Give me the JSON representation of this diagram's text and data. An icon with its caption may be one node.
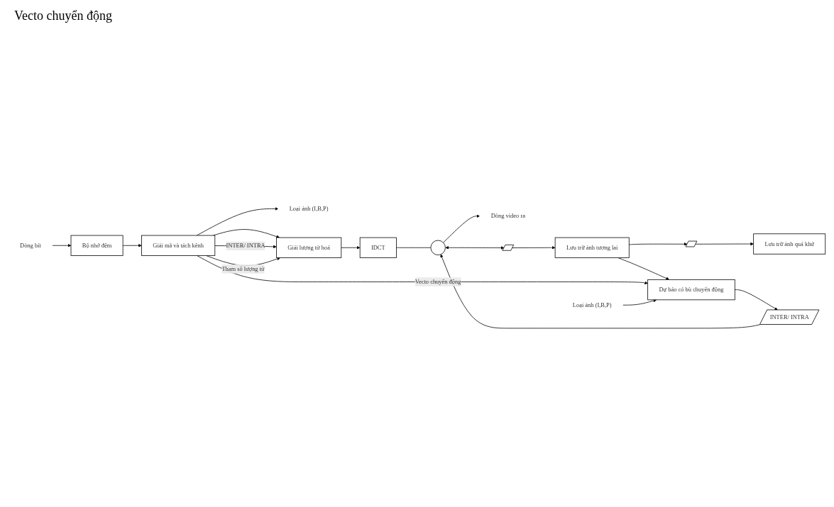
{
  "diagram": {
    "nodes": [
      {
        "text": [
          "Dòng bít"
        ]
      },
      {
        "text": [
          "Bộ nhớ đệm"
        ]
      },
      {
        "text": [
          "Giải mã và tách kênh"
        ]
      },
      {
        "text": [
          "Loại ảnh (I,B,P)"
        ]
      },
      {
        "text": [
          "Giải lượng tử hoá"
        ]
      },
      {
        "text": [
          "IDCT"
        ]
      },
      {
        "text": [],
        "shape": "circle"
      },
      {
        "text": [
          "Dòng video ra"
        ]
      },
      {
        "text": [
          "Lưu trữ ảnh quá khứ"
        ]
      },
      {
        "text": [
          "Lưu trữ ảnh tương lai"
        ]
      },
      {
        "text": [
          "Dự báo có bù chuyển động"
        ]
      },
      {
        "text": [
          "Loại ảnh (I,B,P)"
        ]
      },
      {
        "text": [],
        "shape": "switch"
      },
      {
        "text": [],
        "shape": "switch"
      },
      {
        "text": [
          "INTER/ INTRA"
        ]
      }
    ],
    "edges": [
      {
        "from": 0,
        "to": 1,
        "arrow": "to"
      },
      {
        "from": 1,
        "to": 2,
        "arrow": "to"
      },
      {
        "from": 2,
        "to": 3,
        "arrow": "to"
      },
      {
        "from": 2,
        "to": 4,
        "arrow": "to"
      },
      {
        "from": 2,
        "to": 4,
        "label": "INTER/ INTRA",
        "arrow": "to"
      },
      {
        "from": 2,
        "to": 4,
        "label": "Tham số lượng tử",
        "arrow": "to"
      },
      {
        "from": 4,
        "to": 5,
        "arrow": "to"
      },
      {
        "from": 5,
        "to": 6,
        "arrow": "none"
      },
      {
        "from": 6,
        "to": 7,
        "arrow": "to"
      },
      {
        "from": 6,
        "to": 12,
        "arrow": "both"
      },
      {
        "from": 12,
        "to": 9,
        "arrow": "to"
      },
      {
        "from": 9,
        "to": 13,
        "arrow": "to"
      },
      {
        "from": 13,
        "to": 8,
        "arrow": "to"
      },
      {
        "from": 9,
        "to": 10,
        "arrow": "to"
      },
      {
        "from": 2,
        "to": 10,
        "label": "Vecto chuyển động",
        "arrow": "to"
      },
      {
        "from": 11,
        "to": 10,
        "arrow": "to"
      },
      {
        "from": 10,
        "to": 14,
        "arrow": "to"
      },
      {
        "from": 14,
        "to": 6,
        "arrow": "to"
      }
    ],
    "labels": [
      "Vecto chuyển động"
    ]
  }
}
